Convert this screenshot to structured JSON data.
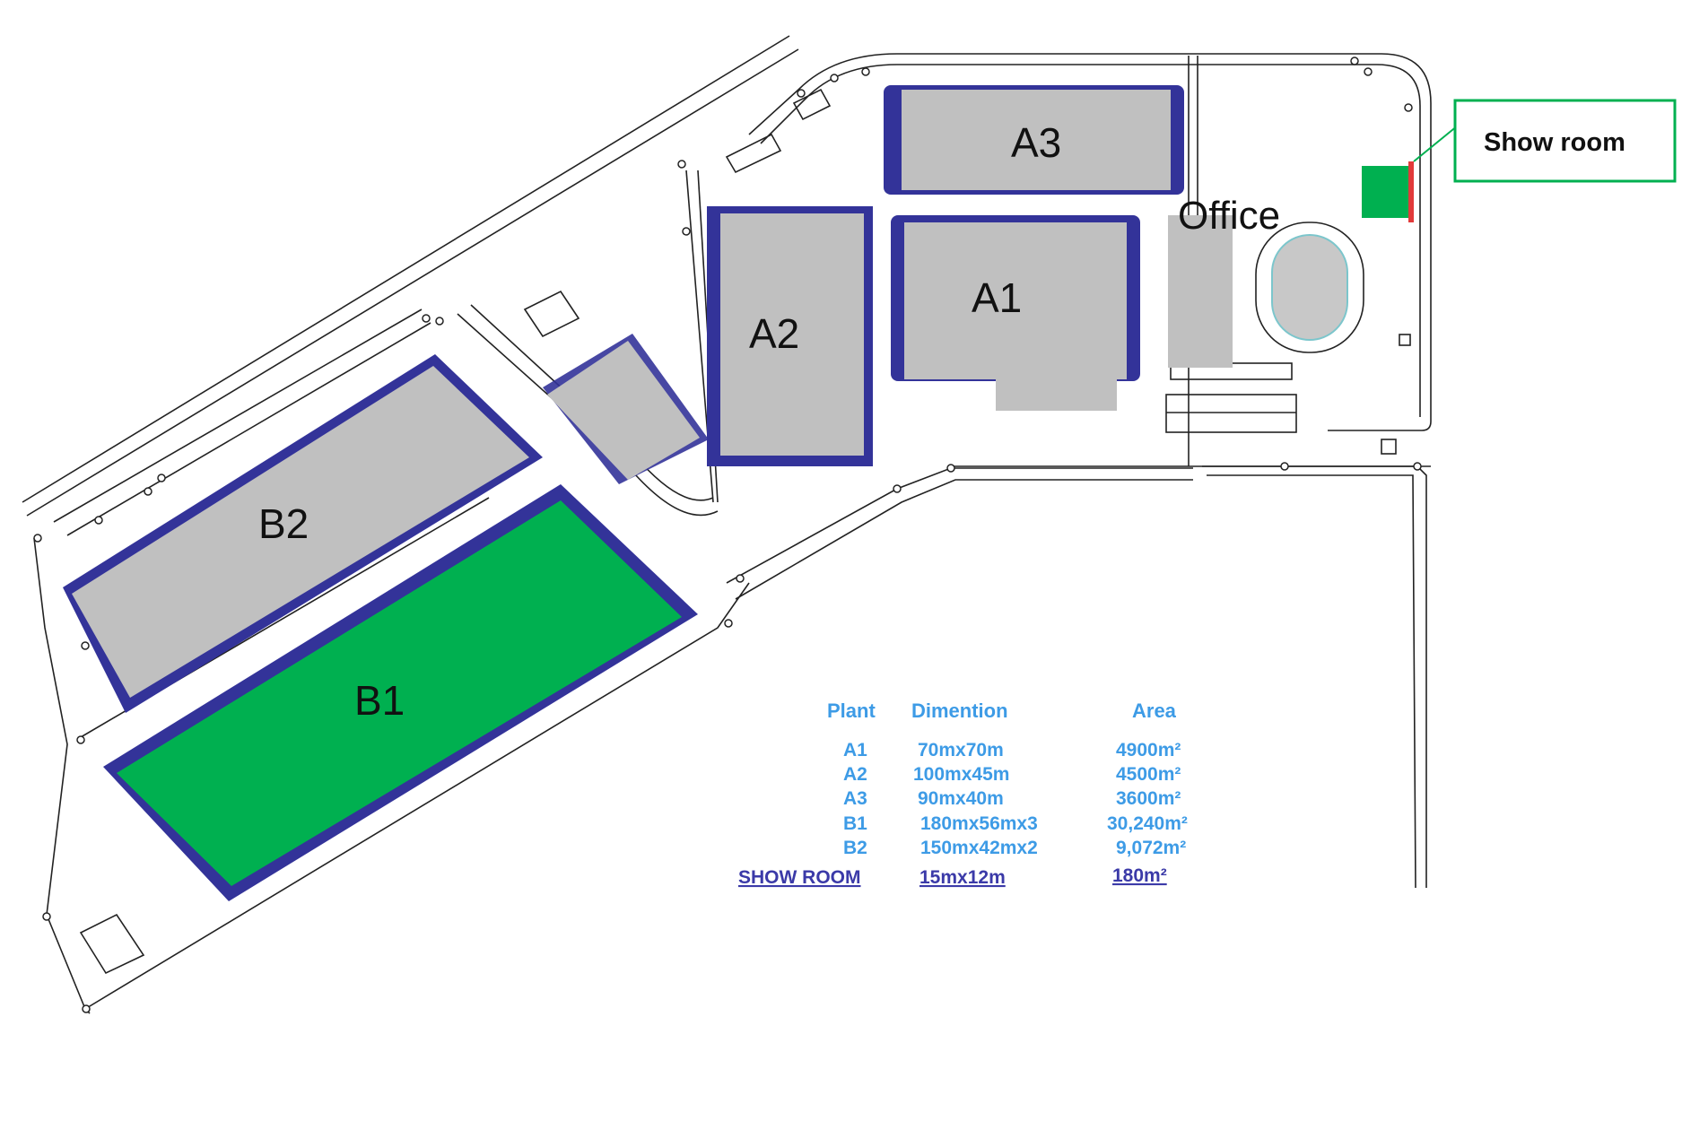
{
  "buildings": {
    "A1": "A1",
    "A2": "A2",
    "A3": "A3",
    "B1": "B1",
    "B2": "B2",
    "office": "Office"
  },
  "callout": {
    "label": "Show room"
  },
  "colors": {
    "building_fill": "#c0c0c0",
    "building_outline": "#333399",
    "highlight": "#00b050",
    "table_text": "#3d9be6",
    "table_last_row": "#3b3aa8"
  },
  "table": {
    "headers": [
      "Plant",
      "Dimention",
      "Area"
    ],
    "rows": [
      [
        "A1",
        "70mx70m",
        "4900m²"
      ],
      [
        "A2",
        "100mx45m",
        "4500m²"
      ],
      [
        "A3",
        "90mx40m",
        "3600m²"
      ],
      [
        "B1",
        "180mx56mx3",
        "30,240m²"
      ],
      [
        "B2",
        "150mx42mx2",
        "9,072m²"
      ]
    ],
    "showroom_row": [
      "SHOW ROOM",
      "15mx12m",
      "180m²"
    ]
  }
}
